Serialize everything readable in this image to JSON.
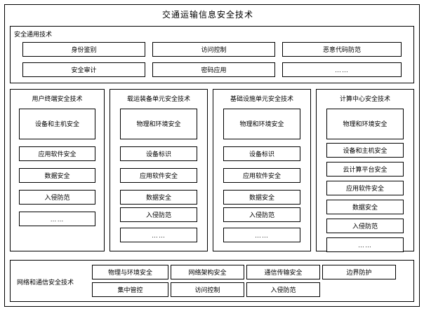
{
  "title": "交通运输信息安全技术",
  "general": {
    "label": "安全通用技术",
    "row1": [
      "身份鉴别",
      "访问控制",
      "恶意代码防范"
    ],
    "row2": [
      "安全审计",
      "密码应用",
      "……"
    ]
  },
  "columns": [
    {
      "title": "用户终端安全技术",
      "items": [
        "设备和主机安全",
        "应用软件安全",
        "数据安全",
        "入侵防范",
        "……"
      ]
    },
    {
      "title": "载运装备单元安全技术",
      "items": [
        "物理和环境安全",
        "设备标识",
        "应用软件安全",
        "数据安全",
        "入侵防范",
        "……"
      ]
    },
    {
      "title": "基础设施单元安全技术",
      "items": [
        "物理和环境安全",
        "设备标识",
        "应用软件安全",
        "数据安全",
        "入侵防范",
        "……"
      ]
    },
    {
      "title": "计算中心安全技术",
      "items": [
        "物理和环境安全",
        "设备和主机安全",
        "云计算平台安全",
        "应用软件安全",
        "数据安全",
        "入侵防范",
        "……"
      ]
    }
  ],
  "network": {
    "label": "网络和通信安全技术",
    "row1": [
      "物理与环境安全",
      "网络架构安全",
      "通信传输安全",
      "边界防护"
    ],
    "row2": [
      "集中管控",
      "访问控制",
      "入侵防范",
      ""
    ]
  }
}
